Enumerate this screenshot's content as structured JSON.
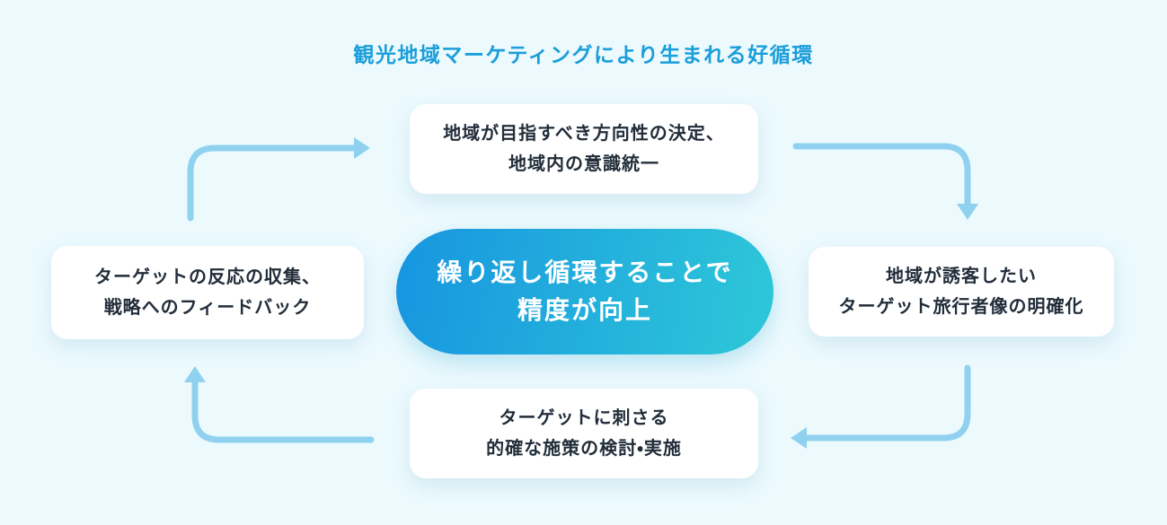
{
  "title": "観光地域マーケティングにより生まれる好循環",
  "cycle": {
    "top": {
      "lines": [
        "地域が目指すべき方向性の決定、",
        "地域内の意識統一"
      ]
    },
    "right": {
      "lines": [
        "地域が誘客したい",
        "ターゲット旅行者像の明確化"
      ]
    },
    "bottom": {
      "lines": [
        "ターゲットに刺さる",
        "的確な施策の検討・実施"
      ]
    },
    "left": {
      "lines": [
        "ターゲットの反応の収集、",
        "戦略へのフィードバック"
      ]
    }
  },
  "center": {
    "lines": [
      "繰り返し循環することで",
      "精度が向上"
    ]
  },
  "icons": {
    "arrow-left-to-top": "L-shaped rounded flow arrow, head pointing right",
    "arrow-top-to-right": "L-shaped rounded flow arrow, head pointing down",
    "arrow-right-to-bottom": "L-shaped rounded flow arrow, head pointing left",
    "arrow-bottom-to-left": "L-shaped rounded flow arrow, head pointing up"
  },
  "colors": {
    "background": "#ecfafe",
    "title": "#1b9ed9",
    "box_bg": "#ffffff",
    "box_text": "#222d3a",
    "pill_text": "#ffffff",
    "pill_gradient_start": "#1795e0",
    "pill_gradient_end": "#2ec8d8",
    "arrow": "#90d1ef"
  }
}
